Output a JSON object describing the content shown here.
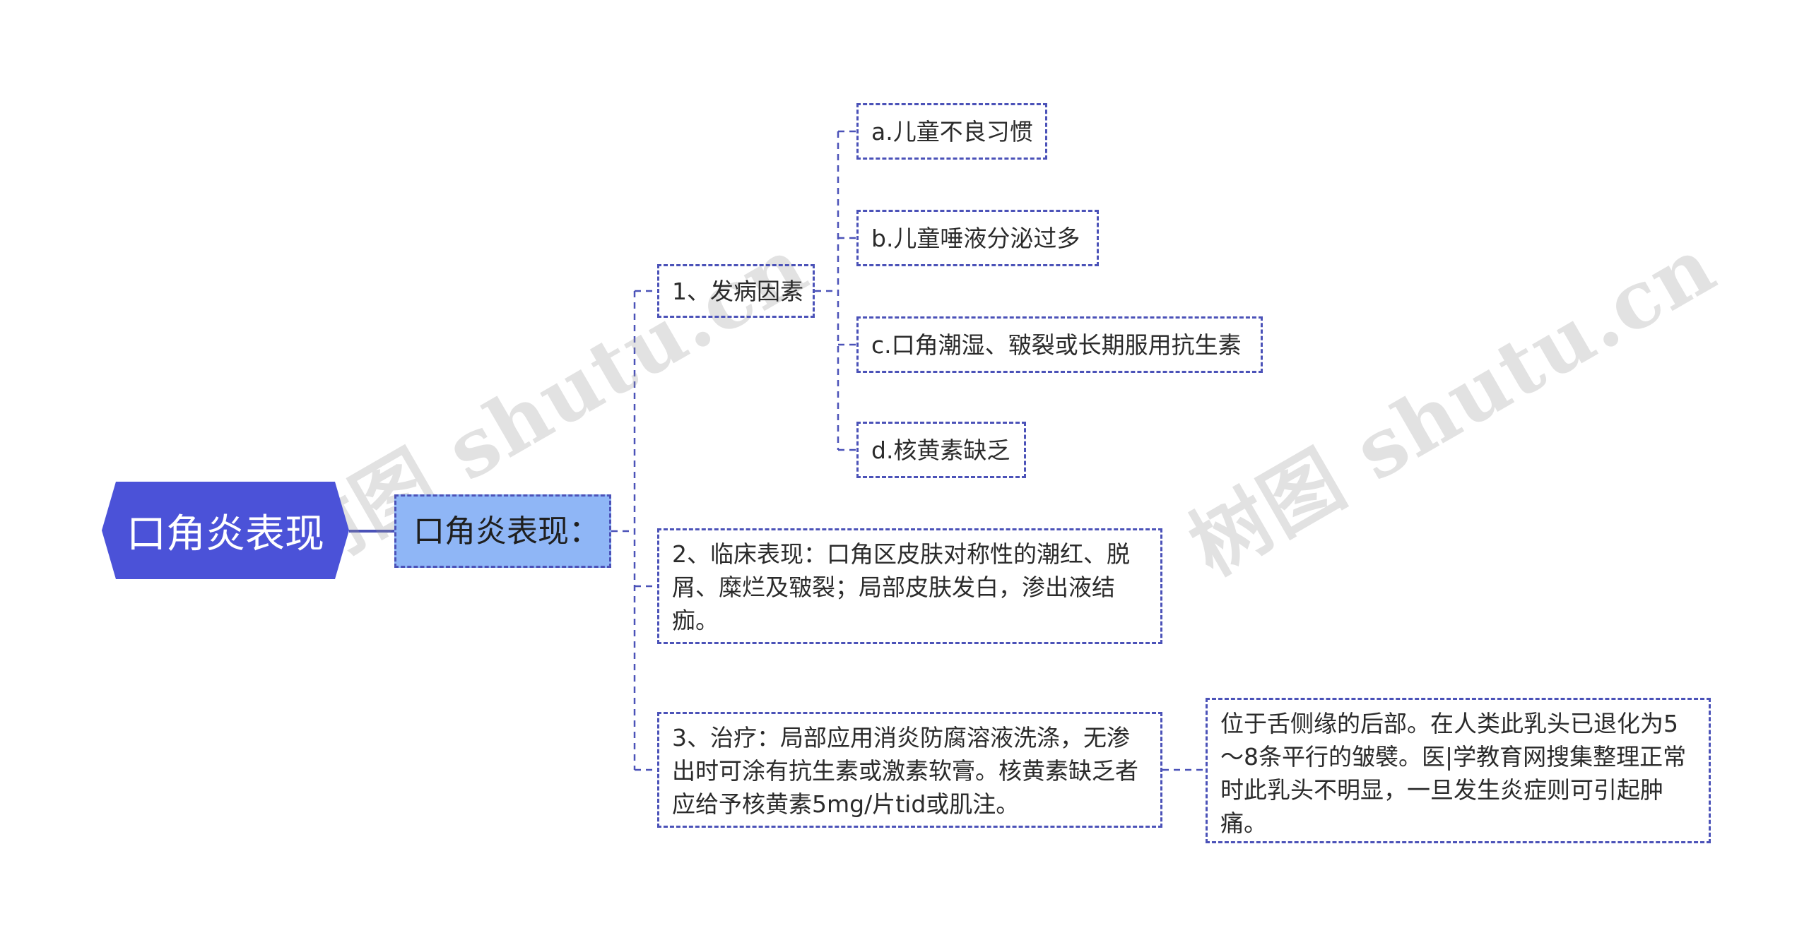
{
  "root": {
    "label": "口角炎表现"
  },
  "level1": {
    "label": "口角炎表现："
  },
  "sections": [
    {
      "label": "1、发病因素",
      "children": [
        "a.儿童不良习惯",
        "b.儿童唾液分泌过多",
        "c.口角潮湿、皲裂或长期服用抗生素",
        "d.核黄素缺乏"
      ]
    },
    {
      "label": "2、临床表现：口角区皮肤对称性的潮红、脱屑、糜烂及皲裂；局部皮肤发白，渗出液结痂。"
    },
    {
      "label": "3、治疗：局部应用消炎防腐溶液洗涤，无渗出时可涂有抗生素或激素软膏。核黄素缺乏者应给予核黄素5mg/片tid或肌注。",
      "note": "位于舌侧缘的后部。在人类此乳头已退化为5～8条平行的皱襞。医|学教育网搜集整理正常时此乳头不明显，一旦发生炎症则可引起肿痛。"
    }
  ],
  "watermarks": [
    "树图 shutu.cn",
    "树图 shutu.cn"
  ],
  "colors": {
    "root": "#4b52d8",
    "level1": "#8fb6f6",
    "border": "#4b52b8",
    "watermark": "#969696"
  }
}
